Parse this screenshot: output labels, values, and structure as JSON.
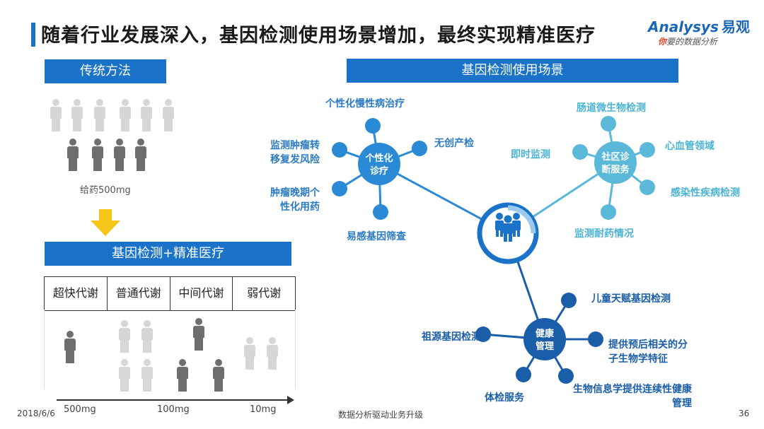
{
  "title": "随着行业发展深入，基因检测使用场景增加，最终实现精准医疗",
  "logo": {
    "brand_en": "Analysys",
    "brand_cn": "易观",
    "tagline_lead": "你",
    "tagline": "要的数据分析"
  },
  "left": {
    "traditional_header": "传统方法",
    "dose_note": "给药500mg",
    "precision_header": "基因检测+精准医疗",
    "metabolism_types": [
      "超快代谢",
      "普通代谢",
      "中间代谢",
      "弱代谢"
    ],
    "axis_ticks": [
      "500mg",
      "100mg",
      "10mg"
    ]
  },
  "right": {
    "scene_header": "基因检测使用场景",
    "hubs": {
      "personal": "个性化诊疗",
      "community": "社区诊断服务",
      "health": "健康管理"
    },
    "personal_items": [
      "个性化慢性病治疗",
      "无创产检",
      "监测肿瘤转移复发风险",
      "肿瘤晚期个性化用药",
      "易感基因筛查"
    ],
    "community_items": [
      "肠道微生物检测",
      "即时监测",
      "心血管领域",
      "感染性疾病检测",
      "监测耐药情况"
    ],
    "health_items": [
      "儿童天赋基因检测",
      "祖源基因检测",
      "提供预后相关的分子生物学特征",
      "体检服务",
      "生物信息学提供连续性健康管理"
    ]
  },
  "footer": {
    "date": "2018/6/6",
    "center": "数据分析驱动业务升级",
    "page": "36"
  },
  "colors": {
    "blue": "#1a73c9",
    "teal": "#4bb3d4",
    "navy": "#1a5da8",
    "arrow": "#f5c518"
  }
}
